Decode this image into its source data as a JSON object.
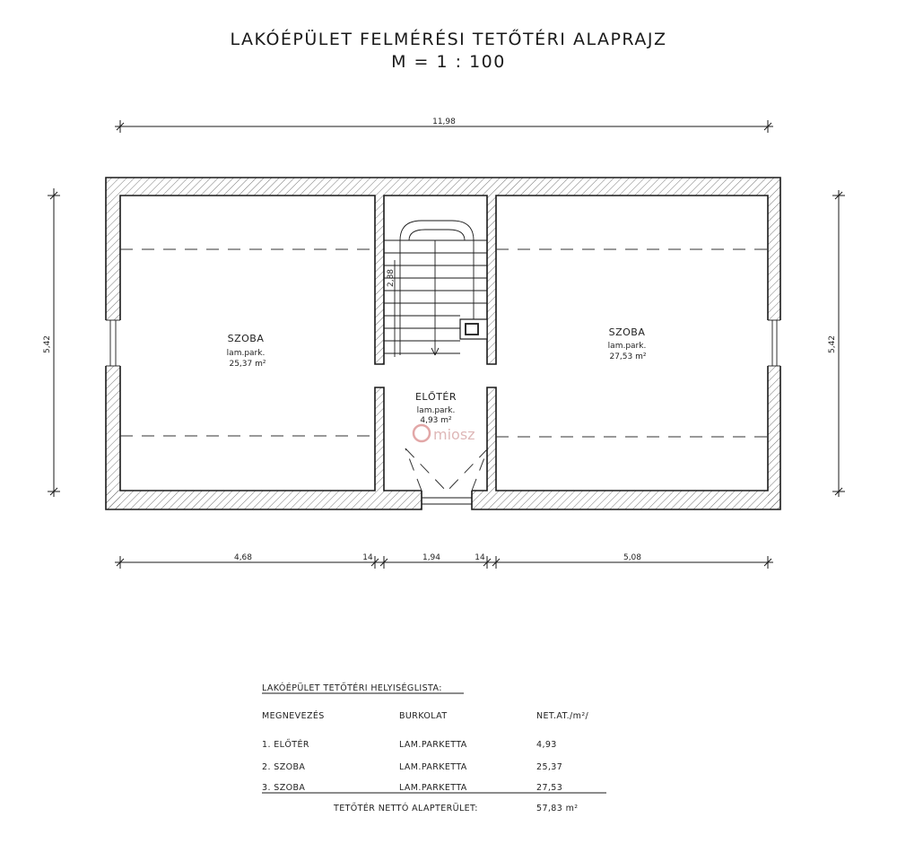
{
  "title": {
    "line1": "LAKÓÉPÜLET FELMÉRÉSI TETŐTÉRI ALAPRAJZ",
    "line2": "M = 1 : 100"
  },
  "dimensions": {
    "overall_width": "11,98",
    "height_left": "5,42",
    "height_right": "5,42",
    "stair_height": "2,88",
    "segments": [
      "4,68",
      "14",
      "1,94",
      "14",
      "5,08"
    ]
  },
  "rooms": {
    "left": {
      "name": "SZOBA",
      "floor": "lam.park.",
      "area": "25,37 m²"
    },
    "right": {
      "name": "SZOBA",
      "floor": "lam.park.",
      "area": "27,53 m²"
    },
    "hall": {
      "name": "ELŐTÉR",
      "floor": "lam.park.",
      "area": "4,93 m²"
    }
  },
  "watermark": "miosz",
  "room_list": {
    "heading": "LAKÓÉPÜLET TETŐTÉRI HELYISÉGLISTA:",
    "columns": [
      "MEGNEVEZÉS",
      "BURKOLAT",
      "NET.AT./m²/"
    ],
    "rows": [
      {
        "name": "1. ELŐTÉR",
        "finish": "LAM.PARKETTA",
        "area": "4,93"
      },
      {
        "name": "2. SZOBA",
        "finish": "LAM.PARKETTA",
        "area": "25,37"
      },
      {
        "name": "3. SZOBA",
        "finish": "LAM.PARKETTA",
        "area": "27,53"
      }
    ],
    "total_label": "TETŐTÉR NETTÓ ALAPTERÜLET:",
    "total_value": "57,83 m²"
  }
}
